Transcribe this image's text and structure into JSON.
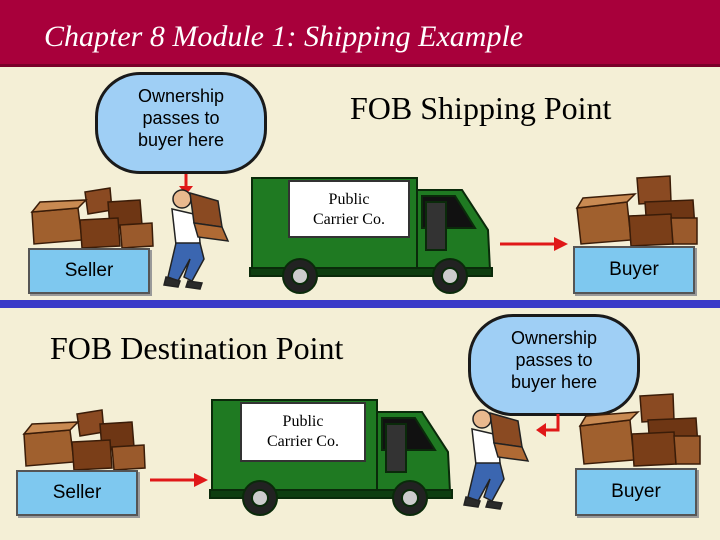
{
  "title": "Chapter 8 Module 1:  Shipping Example",
  "top": {
    "heading": "FOB Shipping Point",
    "bubble": [
      "Ownership",
      "passes to",
      "buyer here"
    ],
    "carrier": [
      "Public",
      "Carrier Co."
    ],
    "seller": "Seller",
    "buyer": "Buyer"
  },
  "bottom": {
    "heading": "FOB Destination Point",
    "bubble": [
      "Ownership",
      "passes to",
      "buyer here"
    ],
    "carrier": [
      "Public",
      "Carrier Co."
    ],
    "seller": "Seller",
    "buyer": "Buyer"
  },
  "colors": {
    "title_bg": "#a8003b",
    "bubble": "#9fcff5",
    "truck": "#1f7a22",
    "arrow": "#e01818",
    "divider": "#3a3ac8",
    "label_box": "#7ec8ef"
  }
}
